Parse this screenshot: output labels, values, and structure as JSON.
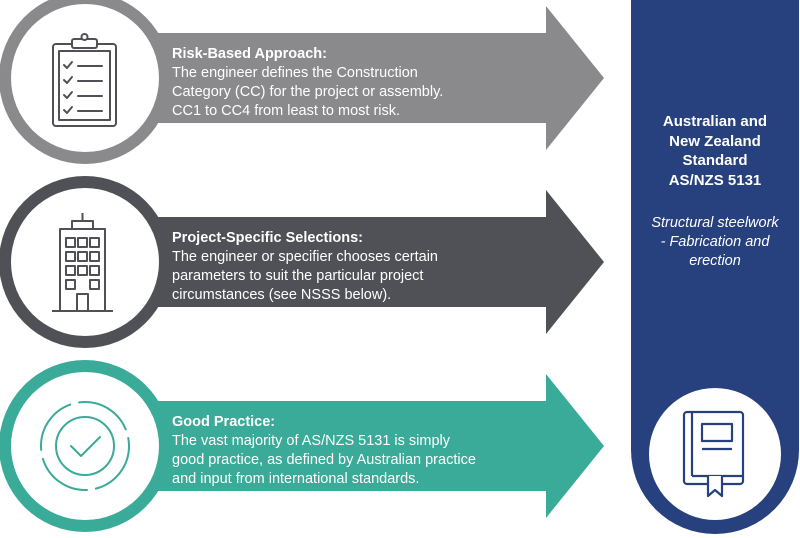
{
  "colors": {
    "step1": "#8a8a8d",
    "step2": "#505156",
    "step3": "#3aab98",
    "panel": "#27407e"
  },
  "steps": [
    {
      "icon": "clipboard-checklist-icon",
      "title": "Risk-Based Approach:",
      "lines": [
        "The engineer defines the Construction",
        "Category (CC) for the project or assembly.",
        "CC1 to CC4 from least to most risk."
      ]
    },
    {
      "icon": "office-building-icon",
      "title": "Project-Specific Selections:",
      "lines": [
        "The engineer or specifier chooses certain",
        "parameters to suit the particular project",
        "circumstances (see NSSS below)."
      ]
    },
    {
      "icon": "checkmark-badge-icon",
      "title": "Good Practice:",
      "lines": [
        "The vast majority of AS/NZS 5131 is simply",
        "good practice, as defined by Australian practice",
        "and input from international standards."
      ]
    }
  ],
  "panel": {
    "title_lines": [
      "Australian and",
      "New Zealand",
      "Standard",
      "AS/NZS 5131"
    ],
    "subtitle_lines": [
      "Structural steelwork",
      "- Fabrication and",
      "erection"
    ],
    "icon": "standard-book-icon"
  }
}
